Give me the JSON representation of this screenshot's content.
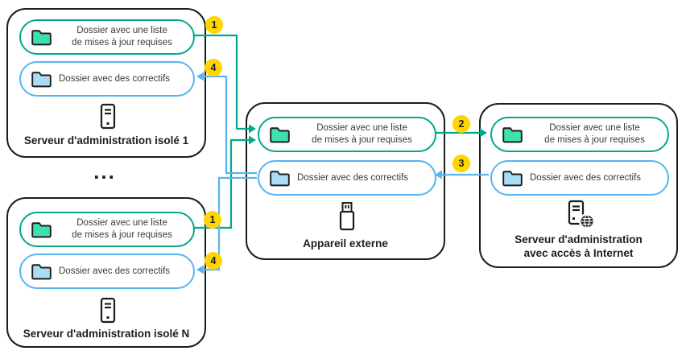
{
  "diagram": {
    "folder_updates_line1": "Dossier avec une liste",
    "folder_updates_line2": "de mises à jour requises",
    "folder_patches_label": "Dossier avec des correctifs",
    "server1_title": "Serveur d'administration isolé 1",
    "serverN_title": "Serveur d'administration isolé N",
    "external_title": "Appareil externe",
    "internet_title_line1": "Serveur d'administration",
    "internet_title_line2": "avec accès à Internet",
    "ellipsis": "...",
    "steps": {
      "one": "1",
      "two": "2",
      "three": "3",
      "four": "4"
    },
    "colors": {
      "teal_line": "#00a88e",
      "blue_line": "#55b5f0",
      "folder_green_fill": "#3fe0b0",
      "folder_blue_fill": "#aadcf7",
      "badge_yellow": "#ffd600",
      "ink": "#1d1d1b"
    }
  }
}
